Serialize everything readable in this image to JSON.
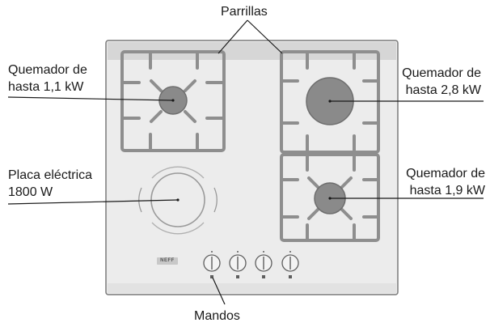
{
  "labels": {
    "grates": "Parrillas",
    "burner_small": [
      "Quemador de",
      "hasta 1,1 kW"
    ],
    "burner_large": [
      "Quemador de",
      "hasta 2,8 kW"
    ],
    "hotplate": [
      "Placa eléctrica",
      "1800 W"
    ],
    "burner_medium": [
      "Quemador de",
      "hasta 1,9 kW"
    ],
    "controls": "Mandos"
  },
  "brand": "NEFF",
  "colors": {
    "hob_surface": "#ececec",
    "hob_border": "#7a7a7a",
    "grate": "#8e8e8e",
    "burner": "#8a8a8a",
    "leader_line": "#1a1a1a"
  }
}
